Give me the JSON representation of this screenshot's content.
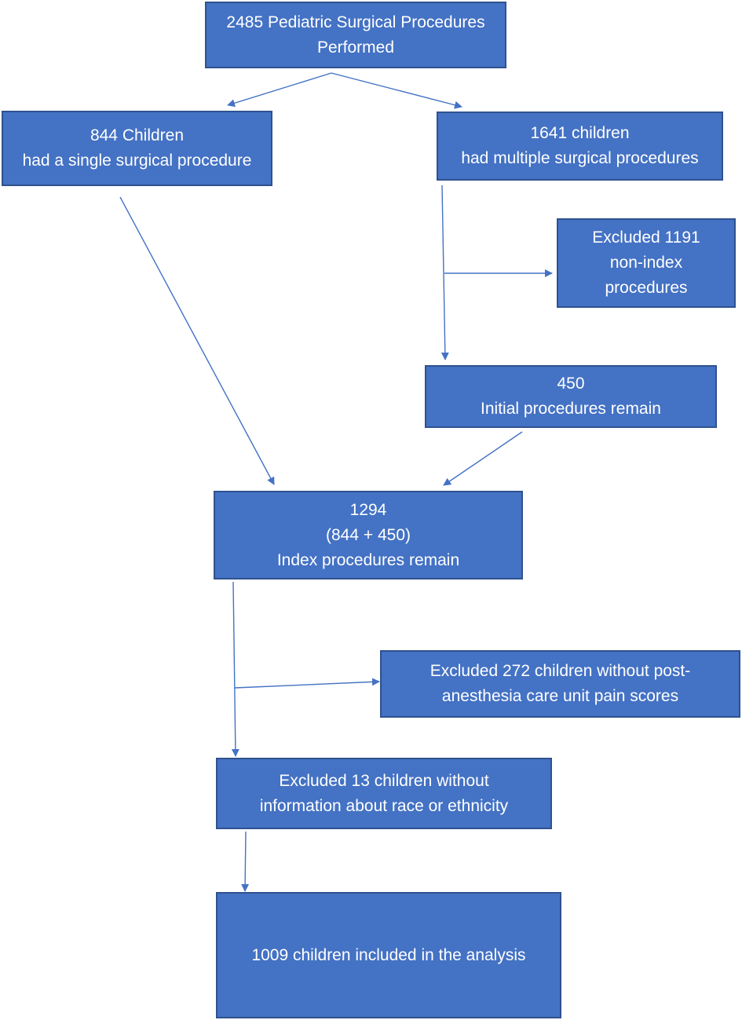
{
  "boxes": {
    "total": {
      "line1": "2485 Pediatric Surgical Procedures",
      "line2": "Performed"
    },
    "single": {
      "line1": "844 Children",
      "line2": "had a single surgical procedure"
    },
    "multiple": {
      "line1": "1641 children",
      "line2": "had multiple surgical procedures"
    },
    "excluded_nonindex": {
      "line1": "Excluded 1191",
      "line2": "non-index",
      "line3": "procedures"
    },
    "initial": {
      "line1": "450",
      "line2": "Initial procedures remain"
    },
    "index": {
      "line1": "1294",
      "line2": "(844 + 450)",
      "line3": "Index procedures remain"
    },
    "excluded_pacu": {
      "line1": "Excluded 272 children without post-",
      "line2": "anesthesia care unit pain scores"
    },
    "excluded_race": {
      "line1": "Excluded 13 children without",
      "line2": "information about race or ethnicity"
    },
    "included": {
      "line1": "1009 children included in the analysis"
    }
  },
  "colors": {
    "box_fill": "#4472c4",
    "box_border": "#2f528f",
    "box_text": "#ffffff",
    "connector": "#4472c4"
  }
}
